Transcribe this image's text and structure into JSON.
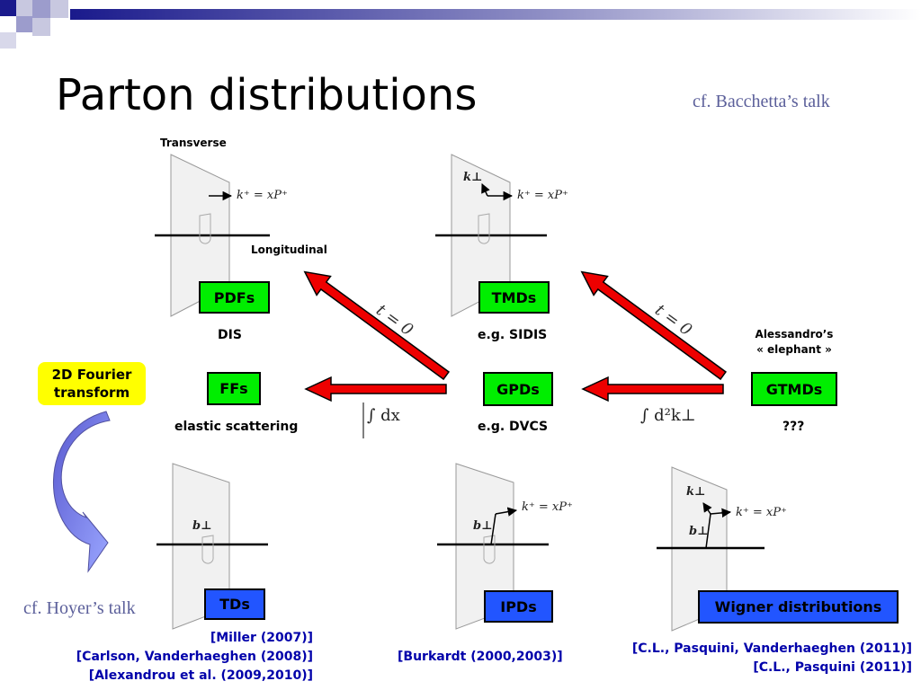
{
  "title": "Parton distributions",
  "talk_refs": {
    "bacchetta": "cf. Bacchetta’s talk",
    "hoyer": "cf. Hoyer’s talk"
  },
  "axes": {
    "transverse": "Transverse",
    "longitudinal": "Longitudinal"
  },
  "math": {
    "k_plus": "k⁺ = xP⁺",
    "k_perp": "k⊥",
    "b_perp": "b⊥",
    "t_zero": "t = 0",
    "int_dx": "∫ dx",
    "int_d2k": "∫ d²k⊥"
  },
  "boxes": {
    "pdfs": "PDFs",
    "tmds": "TMDs",
    "ffs": "FFs",
    "gpds": "GPDs",
    "gtmds": "GTMDs",
    "tds": "TDs",
    "ipds": "IPDs",
    "wigner": "Wigner distributions",
    "fourier": "2D Fourier transform"
  },
  "labels": {
    "dis": "DIS",
    "sidis": "e.g. SIDIS",
    "elephant_1": "Alessandro’s",
    "elephant_2": "« elephant »",
    "elastic": "elastic scattering",
    "dvcs": "e.g. DVCS",
    "unknown": "???"
  },
  "citations": {
    "tds": [
      "[Miller (2007)]",
      "[Carlson, Vanderhaeghen (2008)]",
      "[Alexandrou et al. (2009,2010)]"
    ],
    "ipds": [
      "[Burkardt (2000,2003)]"
    ],
    "wigner": [
      "[C.L., Pasquini, Vanderhaeghen (2011)]",
      "[C.L., Pasquini (2011)]"
    ]
  },
  "colors": {
    "green_box": "#00ee00",
    "blue_box": "#2255ff",
    "yellow_box": "#ffff00",
    "arrow_fill": "#ee0000",
    "citation": "#0000aa",
    "talk_ref": "#5b5f9a",
    "header_squares": "#1a1a8c"
  }
}
